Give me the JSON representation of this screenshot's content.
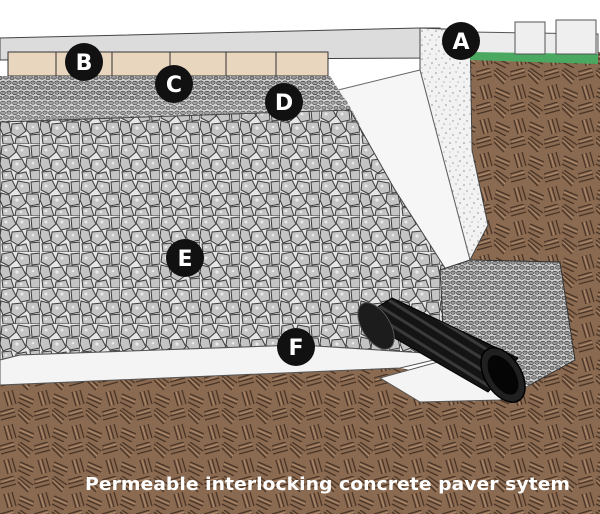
{
  "caption": "Permeable interlocking concrete paver sytem",
  "markers": [
    {
      "id": "A",
      "label": "A"
    },
    {
      "id": "B",
      "label": "B"
    },
    {
      "id": "C",
      "label": "C"
    },
    {
      "id": "D",
      "label": "D"
    },
    {
      "id": "E",
      "label": "E"
    },
    {
      "id": "F",
      "label": "F"
    }
  ],
  "colors": {
    "soil": "#7a5a44",
    "soil_light": "#b48c6e",
    "soil_dark": "#3d2a1e",
    "stone": "#d2d2d2",
    "stone_dark": "#4a4a4a",
    "concrete": "#e8e8e8",
    "paver": "#e9d6bf",
    "grass": "#4aa860",
    "pipe": "#1a1a1a",
    "marker": "#111111"
  }
}
